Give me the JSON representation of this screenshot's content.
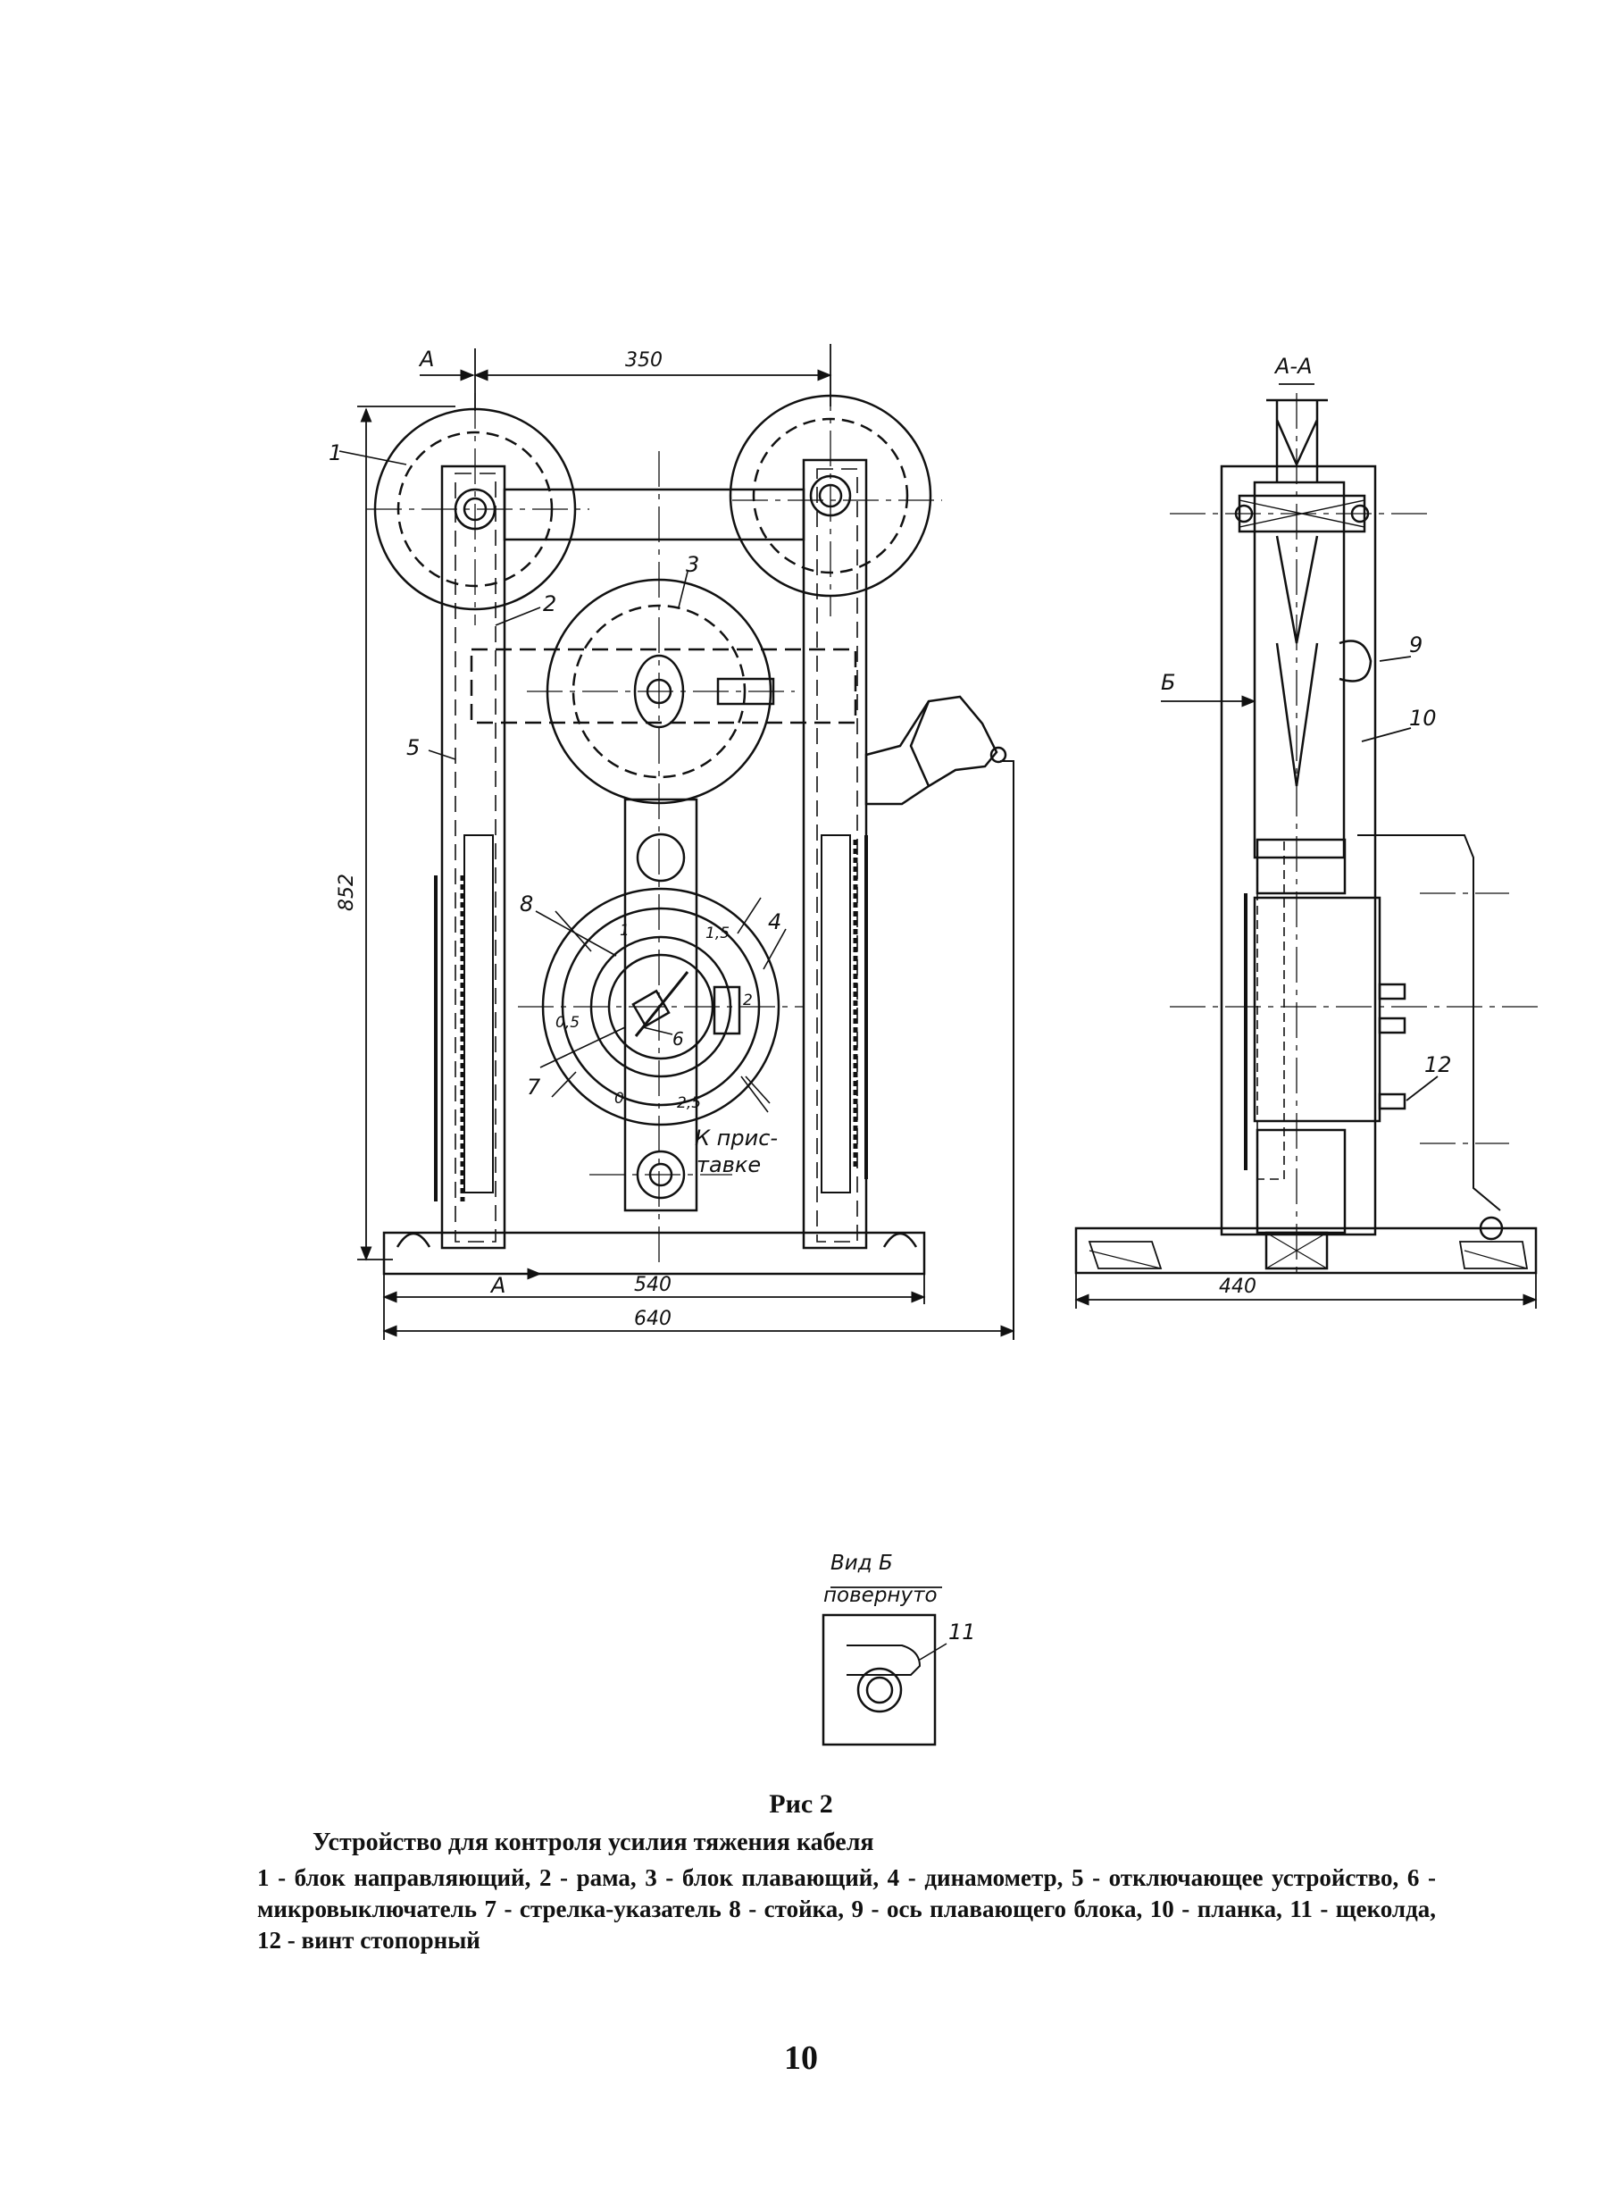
{
  "figure": {
    "title": "Рис 2",
    "subtitle": "Устройство для контроля усилия тяжения кабеля",
    "legend": "1 - блок направляющий, 2 - рама, 3 - блок плавающий, 4 - динамометр, 5 - отключающее устройство, 6 - микровыключатель 7 - стрелка-указатель 8 - стойка, 9 - ось плавающего блока, 10 - планка, 11 - щеколда, 12 - винт стопорный"
  },
  "front_view": {
    "dimensions": {
      "top_width": "350",
      "height": "852",
      "base_inner": "540",
      "base_outer": "640"
    },
    "section_marks": {
      "top": "А",
      "bottom": "А"
    },
    "callouts": {
      "c1": "1",
      "c2": "2",
      "c3": "3",
      "c4": "4",
      "c5": "5",
      "c6": "6",
      "c7": "7",
      "c8": "8"
    },
    "dial_scale": {
      "s0": "0",
      "s05": "0,5",
      "s1": "1",
      "s15": "1,5",
      "s2": "2",
      "s25": "2,5"
    },
    "attachment_note_line1": "К прис-",
    "attachment_note_line2": "тавке"
  },
  "section_view": {
    "title": "А-А",
    "width_dim": "440",
    "view_arrow": "Б",
    "callouts": {
      "c9": "9",
      "c10": "10",
      "c12": "12"
    }
  },
  "detail_view": {
    "title_line1": "Вид Б",
    "title_line2": "повернуто",
    "callout": "11"
  },
  "page_number": "10"
}
